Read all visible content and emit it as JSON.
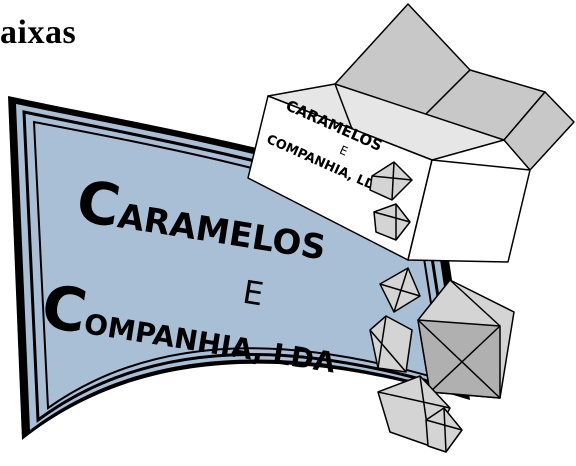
{
  "heading": "aixas",
  "banner": {
    "line1": {
      "cap": "C",
      "rest": "ARAMELOS"
    },
    "line2": "E",
    "line3": {
      "cap": "C",
      "rest": "OMPANHIA, LDA"
    }
  },
  "box_label": {
    "line1": "CARAMELOS",
    "line2": "E",
    "line3": "COMPANHIA, LDA"
  },
  "colors": {
    "banner_fill": "#a9bfd6",
    "outline": "#000000",
    "cube_fill": "#d4d4d4",
    "cube_dark": "#b0b0b0",
    "box_fill": "#ffffff",
    "lid_fill": "#c8c8c8"
  }
}
